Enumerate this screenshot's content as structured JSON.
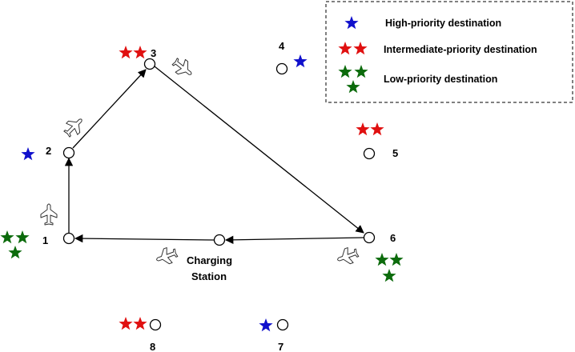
{
  "legend": {
    "items": [
      {
        "label": "High-priority destination",
        "color": "#1010cc",
        "stars": 1
      },
      {
        "label": "Intermediate-priority destination",
        "color": "#e01010",
        "stars": 2
      },
      {
        "label": "Low-priority destination",
        "color": "#0c6b0c",
        "stars": 3
      }
    ]
  },
  "nodes": {
    "n1": "1",
    "n2": "2",
    "n3": "3",
    "n4": "4",
    "n5": "5",
    "n6": "6",
    "n7": "7",
    "n8": "8",
    "charging_line1": "Charging",
    "charging_line2": "Station"
  },
  "colors": {
    "high": "#1010cc",
    "intermediate": "#e01010",
    "low": "#0c6b0c",
    "edge": "#000000"
  },
  "icons": {
    "vehicle": "airplane-icon",
    "priority": "star-icon"
  }
}
